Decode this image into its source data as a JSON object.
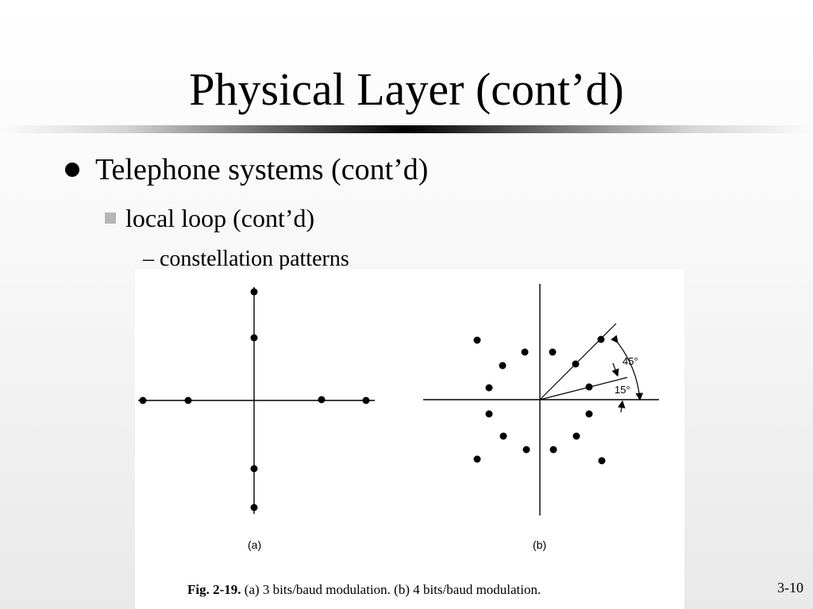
{
  "slide": {
    "title": "Physical Layer (cont’d)",
    "bullet_1": "Telephone systems (cont’d)",
    "bullet_2": "local loop (cont’d)",
    "bullet_3": "– constellation patterns",
    "slide_number": "3-10"
  },
  "figure": {
    "label_a": "(a)",
    "label_b": "(b)",
    "angle_large": "45°",
    "angle_small": "15°",
    "caption_fig": "Fig.  2-19.",
    "caption_text": " (a) 3 bits/baud modulation. (b) 4 bits/baud modulation."
  },
  "colors": {
    "title_rule": "#000000",
    "sub_bullet": "#b5b5b5"
  }
}
